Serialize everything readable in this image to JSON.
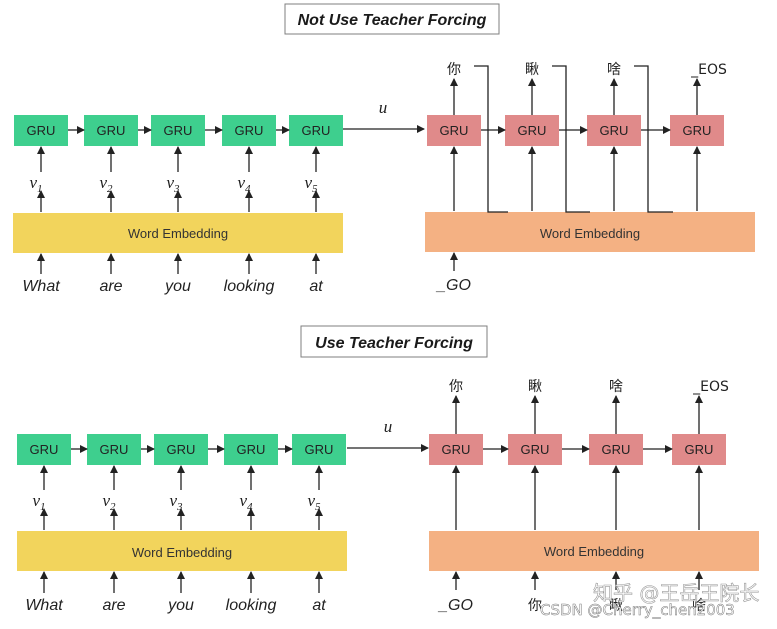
{
  "titles": {
    "top": "Not Use Teacher Forcing",
    "bottom": "Use Teacher Forcing"
  },
  "gru_label": "GRU",
  "embedding_label": "Word Embedding",
  "context_vector": "u",
  "encoder_inputs": [
    "What",
    "are",
    "you",
    "looking",
    "at"
  ],
  "encoder_vectors": [
    {
      "base": "v",
      "sub": "1"
    },
    {
      "base": "v",
      "sub": "2"
    },
    {
      "base": "v",
      "sub": "3"
    },
    {
      "base": "v",
      "sub": "4"
    },
    {
      "base": "v",
      "sub": "5"
    }
  ],
  "decoder_outputs": [
    "你",
    "瞅",
    "啥",
    "_EOS"
  ],
  "decoder_start_token": "_GO",
  "teacher_forcing_inputs": [
    "_GO",
    "你",
    "瞅",
    "啥"
  ],
  "watermarks": {
    "zhihu": "知乎 @王岳王院长",
    "csdn": "CSDN @Cherry_chen2003"
  },
  "colors": {
    "encoder_gru": "#3ecf8e",
    "decoder_gru": "#e08a8a",
    "encoder_embedding": "#f2d45c",
    "decoder_embedding": "#f4b183"
  }
}
